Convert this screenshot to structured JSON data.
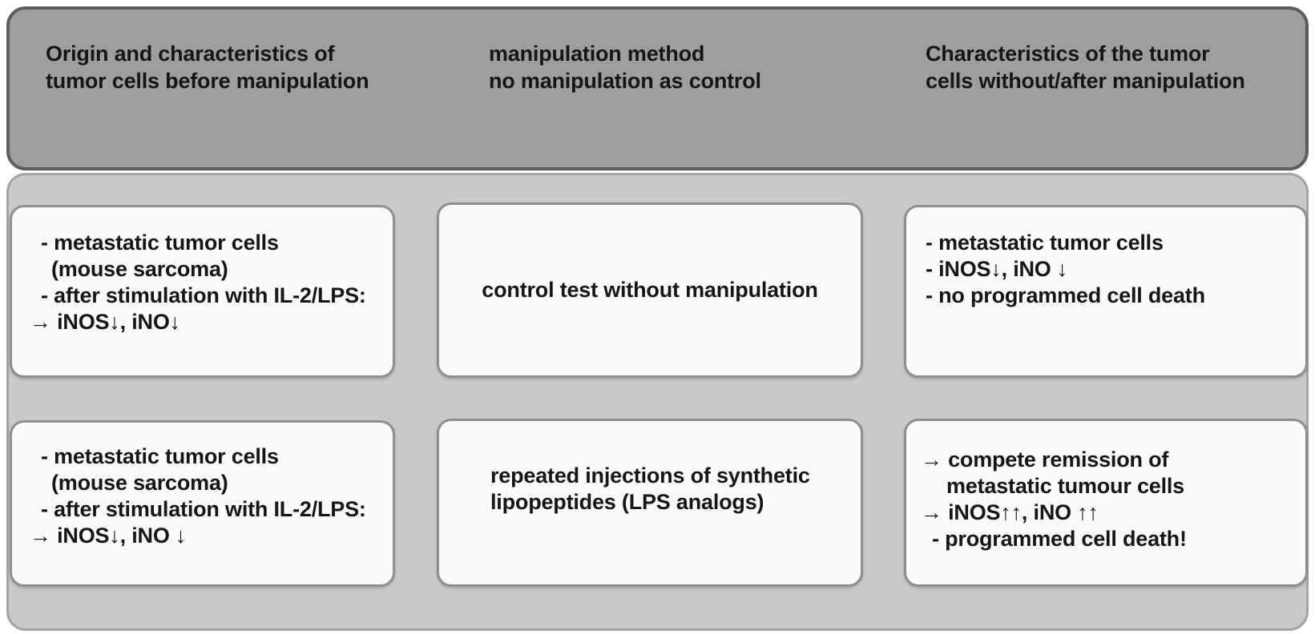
{
  "colors": {
    "header_band_fill": "#9e9e9e",
    "header_band_border": "#5d5d5d",
    "body_band_fill": "#c9c9c9",
    "body_band_border": "#a4a4a4",
    "box_fill": "#fafafa",
    "box_border": "#8f8f8f",
    "text": "#161616"
  },
  "header": {
    "columns": [
      {
        "line1": "Origin and characteristics of",
        "line2": "tumor cells before manipulation"
      },
      {
        "line1": "manipulation method",
        "line2": "no manipulation as control"
      },
      {
        "line1": "Characteristics of the tumor",
        "line2": "cells without/after manipulation"
      }
    ]
  },
  "icons": {
    "right_arrow": "→",
    "down_arrow": "↓",
    "double_up_arrow": "↑↑"
  },
  "grid": {
    "rows": [
      {
        "cells": [
          {
            "lines": [
              "- metastatic tumor cells",
              "(mouse sarcoma)",
              "- after stimulation with IL-2/LPS:",
              "→ iNOS↓, iNO↓"
            ]
          },
          {
            "lines": [
              "control test without manipulation"
            ]
          },
          {
            "lines": [
              "- metastatic tumor cells",
              "- iNOS↓, iNO ↓",
              "- no programmed cell death"
            ]
          }
        ]
      },
      {
        "cells": [
          {
            "lines": [
              "- metastatic tumor cells",
              "(mouse sarcoma)",
              "- after stimulation with IL-2/LPS:",
              "→ iNOS↓, iNO ↓"
            ]
          },
          {
            "lines": [
              "repeated injections of synthetic",
              "lipopeptides (LPS analogs)"
            ]
          },
          {
            "lines": [
              "→ compete remission of",
              "metastatic tumour cells",
              "→ iNOS↑↑, iNO ↑↑",
              "- programmed cell death!"
            ]
          }
        ]
      }
    ]
  }
}
